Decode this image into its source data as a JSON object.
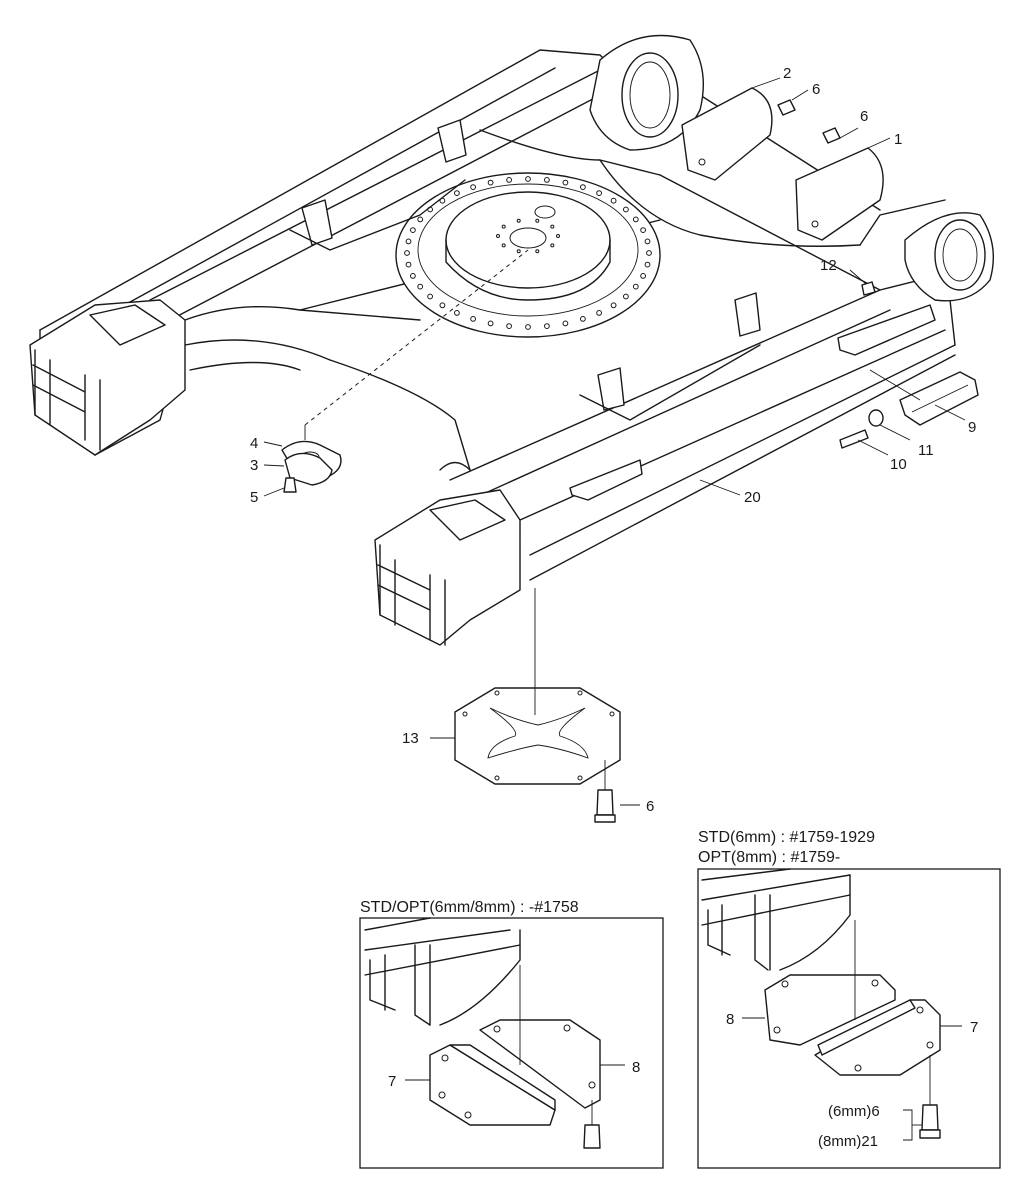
{
  "callouts": {
    "c1": "1",
    "c2": "2",
    "c3": "3",
    "c4": "4",
    "c5": "5",
    "c6a": "6",
    "c6b": "6",
    "c6c": "6",
    "c9": "9",
    "c10": "10",
    "c11": "11",
    "c12": "12",
    "c13": "13",
    "c20": "20"
  },
  "inset_left": {
    "title": "STD/OPT(6mm/8mm) : -#1758",
    "c7": "7",
    "c8": "8"
  },
  "inset_right": {
    "title_line1": "STD(6mm) : #1759-1929",
    "title_line2": "OPT(8mm) : #1759-",
    "c7": "7",
    "c8": "8",
    "bolt_6mm": "(6mm)6",
    "bolt_8mm": "(8mm)21"
  }
}
